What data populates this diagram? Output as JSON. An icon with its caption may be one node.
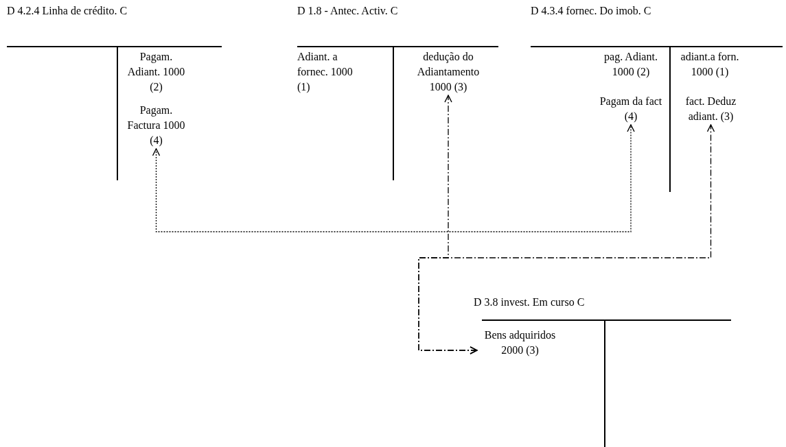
{
  "diagram": {
    "nodes": [
      {
        "text": [
          "D 4.2.4 Linha de crédito. C"
        ]
      },
      {
        "text": [
          "Pagam. Adiant. 1000 (2)"
        ],
        "in": 0
      },
      {
        "text": [
          "Pagam. Factura 1000 (4)"
        ],
        "in": 0
      },
      {
        "text": [
          "D 1.8 - Antec. Activ. C"
        ]
      },
      {
        "text": [
          "Adiant. a fornec. 1000 (1)"
        ],
        "in": 3
      },
      {
        "text": [
          "dedução do Adiantamento 1000 (3)"
        ],
        "in": 3
      },
      {
        "text": [
          "D 4.3.4 fornec. Do imob. C"
        ]
      },
      {
        "text": [
          "pag. Adiant. 1000 (2)"
        ],
        "in": 6
      },
      {
        "text": [
          "Pagam da fact (4)"
        ],
        "in": 6
      },
      {
        "text": [
          "adiant.a forn. 1000 (1)"
        ],
        "in": 6
      },
      {
        "text": [
          "fact. Deduz adiant. (3)"
        ],
        "in": 6
      },
      {
        "text": [
          "D 3.8 invest. Em curso C"
        ]
      },
      {
        "text": [
          "Bens adquiridos 2000 (3)"
        ],
        "in": 11
      }
    ],
    "edges": [
      {
        "from": 2,
        "to": 8,
        "arrow": "both",
        "style": "dashed"
      },
      {
        "from": 12,
        "to": 5,
        "arrow": "both",
        "style": "dashed"
      },
      {
        "from": 12,
        "to": 10,
        "arrow": "both",
        "style": "dashed"
      }
    ]
  }
}
